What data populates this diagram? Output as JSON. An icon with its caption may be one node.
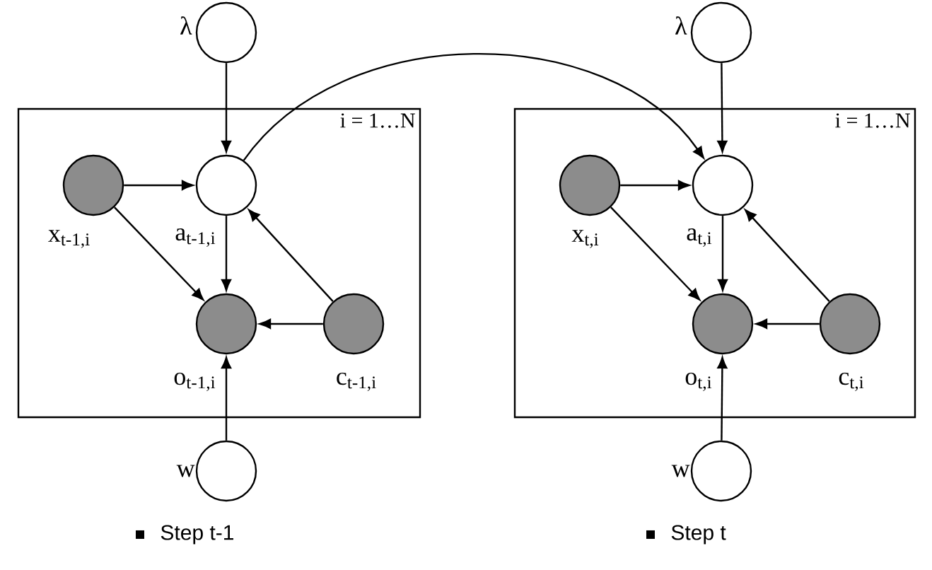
{
  "diagram": {
    "nodes": [
      {
        "text": [
          "i = 1…N"
        ]
      },
      {
        "text": [],
        "shape": "circle",
        "beside": [
          "λ"
        ]
      },
      {
        "text": [],
        "shape": "circle",
        "beside": [
          "x$_{t-1,i}$"
        ],
        "in": 0
      },
      {
        "text": [],
        "shape": "circle",
        "beside": [
          "a$_{t-1,i}$"
        ],
        "in": 0
      },
      {
        "text": [],
        "shape": "circle",
        "beside": [
          "o$_{t-1,i}$"
        ],
        "in": 0
      },
      {
        "text": [],
        "shape": "circle",
        "beside": [
          "c$_{t-1,i}$"
        ],
        "in": 0
      },
      {
        "text": [],
        "shape": "circle",
        "beside": [
          "w"
        ]
      },
      {
        "text": [
          "i = 1…N"
        ]
      },
      {
        "text": [],
        "shape": "circle",
        "beside": [
          "λ"
        ]
      },
      {
        "text": [],
        "shape": "circle",
        "beside": [
          "x$_{t,i}$"
        ],
        "in": 7
      },
      {
        "text": [],
        "shape": "circle",
        "beside": [
          "a$_{t,i}$"
        ],
        "in": 7
      },
      {
        "text": [],
        "shape": "circle",
        "beside": [
          "o$_{t,i}$"
        ],
        "in": 7
      },
      {
        "text": [],
        "shape": "circle",
        "beside": [
          "c$_{t,i}$"
        ],
        "in": 7
      },
      {
        "text": [],
        "shape": "circle",
        "beside": [
          "w"
        ]
      }
    ],
    "edges": [
      {
        "from": 1,
        "to": 3,
        "arrow": "to"
      },
      {
        "from": 2,
        "to": 3,
        "arrow": "to"
      },
      {
        "from": 2,
        "to": 4,
        "arrow": "to"
      },
      {
        "from": 3,
        "to": 4,
        "arrow": "to"
      },
      {
        "from": 5,
        "to": 4,
        "arrow": "to"
      },
      {
        "from": 5,
        "to": 3,
        "arrow": "to"
      },
      {
        "from": 6,
        "to": 4,
        "arrow": "to"
      },
      {
        "from": 3,
        "to": 10,
        "arrow": "to"
      },
      {
        "from": 8,
        "to": 10,
        "arrow": "to"
      },
      {
        "from": 9,
        "to": 10,
        "arrow": "to"
      },
      {
        "from": 9,
        "to": 11,
        "arrow": "to"
      },
      {
        "from": 10,
        "to": 11,
        "arrow": "to"
      },
      {
        "from": 12,
        "to": 11,
        "arrow": "to"
      },
      {
        "from": 12,
        "to": 10,
        "arrow": "to"
      },
      {
        "from": 13,
        "to": 11,
        "arrow": "to"
      }
    ],
    "labels": [
      "Step t-1",
      "Step t"
    ]
  }
}
